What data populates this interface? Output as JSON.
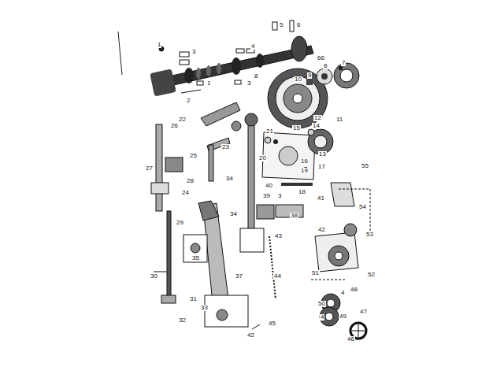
{
  "diagram": {
    "labels": [
      "1",
      "3",
      "4",
      "5",
      "6",
      "2",
      "1",
      "3",
      "8",
      "66",
      "7",
      "8",
      "9",
      "10",
      "22",
      "26",
      "21",
      "15",
      "14",
      "12",
      "11",
      "13",
      "16",
      "17",
      "19",
      "18",
      "20",
      "25",
      "23",
      "27",
      "24",
      "28",
      "34",
      "34",
      "39",
      "3",
      "40",
      "41",
      "38",
      "43",
      "42",
      "29",
      "55",
      "54",
      "53",
      "51",
      "52",
      "35",
      "37",
      "44",
      "30",
      "31",
      "32",
      "33",
      "42",
      "45",
      "50",
      "4",
      "48",
      "47",
      "49",
      "4",
      "46"
    ]
  }
}
